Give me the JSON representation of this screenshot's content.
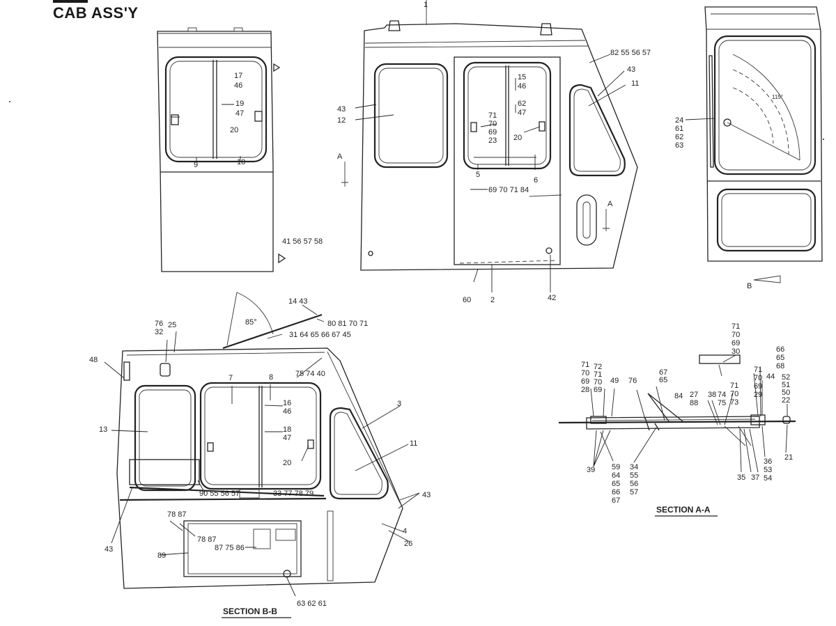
{
  "title": "CAB ASS'Y",
  "section_labels": {
    "aa": "SECTION A-A",
    "bb": "SECTION B-B"
  },
  "view_markers": {
    "a_left": "A",
    "a_right": "A",
    "b": "B",
    "angle_swing": "85°",
    "angle_rear": "115°"
  },
  "callouts": {
    "front": [
      {
        "text": "17"
      },
      {
        "text": "46"
      },
      {
        "text": "19"
      },
      {
        "text": "47"
      },
      {
        "text": "20"
      },
      {
        "text": "9"
      },
      {
        "text": "10"
      },
      {
        "text": "41 56 57 58"
      }
    ],
    "side": [
      {
        "text": "1"
      },
      {
        "text": "82 55 56 57"
      },
      {
        "text": "43"
      },
      {
        "text": "11"
      },
      {
        "text": "43"
      },
      {
        "text": "12"
      },
      {
        "text": "15"
      },
      {
        "text": "46"
      },
      {
        "text": "62"
      },
      {
        "text": "47"
      },
      {
        "text": "71"
      },
      {
        "text": "70"
      },
      {
        "text": "69"
      },
      {
        "text": "23"
      },
      {
        "text": "20"
      },
      {
        "text": "5"
      },
      {
        "text": "6"
      },
      {
        "text": "69 70 71 84"
      },
      {
        "text": "60"
      },
      {
        "text": "2"
      },
      {
        "text": "42"
      }
    ],
    "rear": [
      {
        "text": "24"
      },
      {
        "text": "61"
      },
      {
        "text": "62"
      },
      {
        "text": "63"
      }
    ],
    "section_bb": [
      {
        "text": "14 43"
      },
      {
        "text": "80 81 70 71"
      },
      {
        "text": "76"
      },
      {
        "text": "32"
      },
      {
        "text": "25"
      },
      {
        "text": "31 64 65 66 67 45"
      },
      {
        "text": "48"
      },
      {
        "text": "75 74 40"
      },
      {
        "text": "7"
      },
      {
        "text": "8"
      },
      {
        "text": "16"
      },
      {
        "text": "46"
      },
      {
        "text": "3"
      },
      {
        "text": "13"
      },
      {
        "text": "18"
      },
      {
        "text": "47"
      },
      {
        "text": "11"
      },
      {
        "text": "20"
      },
      {
        "text": "90 55 56 57"
      },
      {
        "text": "33 77 78 79"
      },
      {
        "text": "43"
      },
      {
        "text": "78 87"
      },
      {
        "text": "78 87"
      },
      {
        "text": "43"
      },
      {
        "text": "4"
      },
      {
        "text": "89"
      },
      {
        "text": "87 75 86"
      },
      {
        "text": "26"
      },
      {
        "text": "63 62 61"
      }
    ],
    "section_aa": [
      {
        "text": "71"
      },
      {
        "text": "70"
      },
      {
        "text": "69"
      },
      {
        "text": "30"
      },
      {
        "text": "66"
      },
      {
        "text": "65"
      },
      {
        "text": "68"
      },
      {
        "text": "71"
      },
      {
        "text": "70"
      },
      {
        "text": "69"
      },
      {
        "text": "28"
      },
      {
        "text": "72"
      },
      {
        "text": "71"
      },
      {
        "text": "70"
      },
      {
        "text": "69"
      },
      {
        "text": "49"
      },
      {
        "text": "76"
      },
      {
        "text": "67"
      },
      {
        "text": "65"
      },
      {
        "text": "71"
      },
      {
        "text": "70"
      },
      {
        "text": "69"
      },
      {
        "text": "29"
      },
      {
        "text": "44"
      },
      {
        "text": "52"
      },
      {
        "text": "51"
      },
      {
        "text": "50"
      },
      {
        "text": "22"
      },
      {
        "text": "84"
      },
      {
        "text": "27"
      },
      {
        "text": "88"
      },
      {
        "text": "38"
      },
      {
        "text": "74"
      },
      {
        "text": "75"
      },
      {
        "text": "71"
      },
      {
        "text": "70"
      },
      {
        "text": "73"
      },
      {
        "text": "39"
      },
      {
        "text": "59"
      },
      {
        "text": "64"
      },
      {
        "text": "65"
      },
      {
        "text": "66"
      },
      {
        "text": "67"
      },
      {
        "text": "34"
      },
      {
        "text": "55"
      },
      {
        "text": "56"
      },
      {
        "text": "57"
      },
      {
        "text": "36"
      },
      {
        "text": "53"
      },
      {
        "text": "54"
      },
      {
        "text": "21"
      },
      {
        "text": "35"
      },
      {
        "text": "37"
      }
    ]
  }
}
